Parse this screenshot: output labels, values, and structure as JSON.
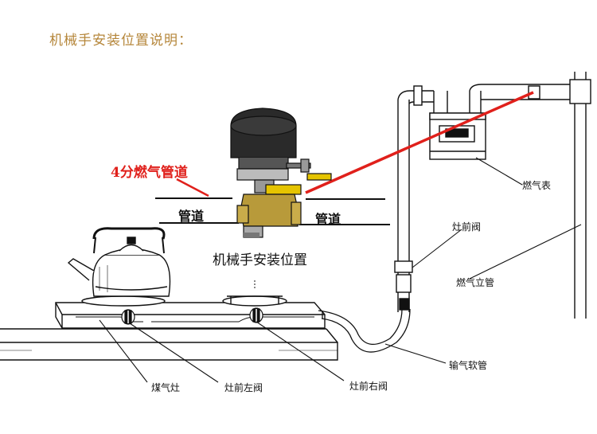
{
  "title": "机械手安装位置说明：",
  "labels": {
    "pipe_spec": "4分燃气管道",
    "pipe_left": "管道",
    "pipe_right": "管道",
    "install_position": "机械手安装位置",
    "gas_meter": "燃气表",
    "stove_front_valve": "灶前阀",
    "gas_riser": "燃气立管",
    "gas_hose": "输气软管",
    "gas_stove": "煤气灶",
    "stove_left_valve": "灶前左阀",
    "stove_right_valve": "灶前右阀"
  },
  "colors": {
    "title": "#b5863a",
    "highlight_red": "#e0201b",
    "actuator_body": "#2a2a2a",
    "valve_brass": "#b89a3a",
    "line": "#111111"
  }
}
